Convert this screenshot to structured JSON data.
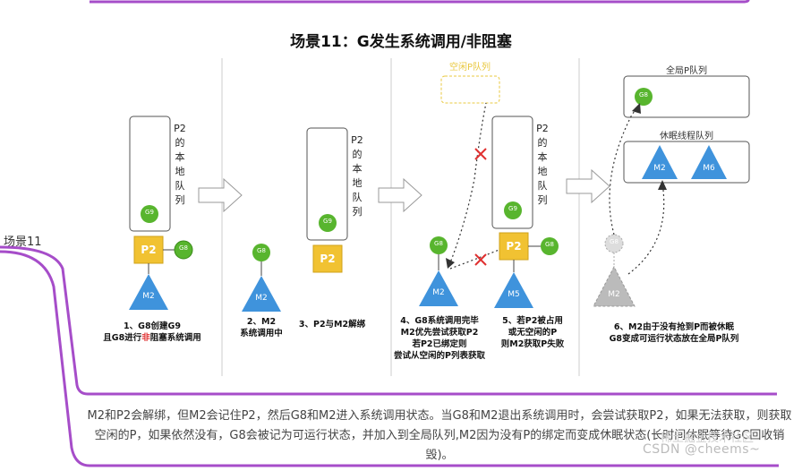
{
  "mindmap_node": "场景11",
  "title": "场景11：G发生系统调用/非阻塞",
  "local_queue_text": "P2\n的\n本\n地\n队\n列",
  "idle_p_queue": "空闲P队列",
  "global_queue": "全局P队列",
  "sleep_queue": "休眠线程队列",
  "labels": {
    "p2": "P2",
    "m2": "M2",
    "m5": "M5",
    "m6": "M6",
    "g8": "G8",
    "g9": "G9"
  },
  "captions": {
    "c1_a": "1、G8创建G9",
    "c1_b_pre": "且G8进行",
    "c1_b_red": "非",
    "c1_b_post": "阻塞系统调用",
    "c2": "2、M2\n系统调用中",
    "c3": "3、P2与M2解绑",
    "c4": "4、G8系统调用完毕\nM2优先尝试获取P2\n若P2已绑定则\n尝试从空闲的P列表获取",
    "c5": "5、若P2被占用\n或无空闲的P\n则M2获取P失败",
    "c6": "6、M2由于没有抢到P而被休眠\nG8变成可运行状态放在全局P队列"
  },
  "description": "M2和P2会解绑，但M2会记住P2，然后G8和M2进入系统调用状态。当G8和M2退出系统调用时，会尝试获取P2，如果无法获取，则获取空闲的P，如果依然没有，G8会被记为可运行状态，并加入到全局队列,M2因为没有P的绑定而变成休眠状态(长时间休眠等待GC回收销毁)。",
  "watermark": "CSDN @cheems~",
  "watermark_overlay": "稀土掘金技术社区",
  "colors": {
    "mindmap_line": "#a64dc9",
    "m_triangle": "#3f93dc",
    "p_box": "#f1c232",
    "g_circle": "#58b52e",
    "red_x": "#e03030",
    "gray_m": "#bbbbbb"
  }
}
